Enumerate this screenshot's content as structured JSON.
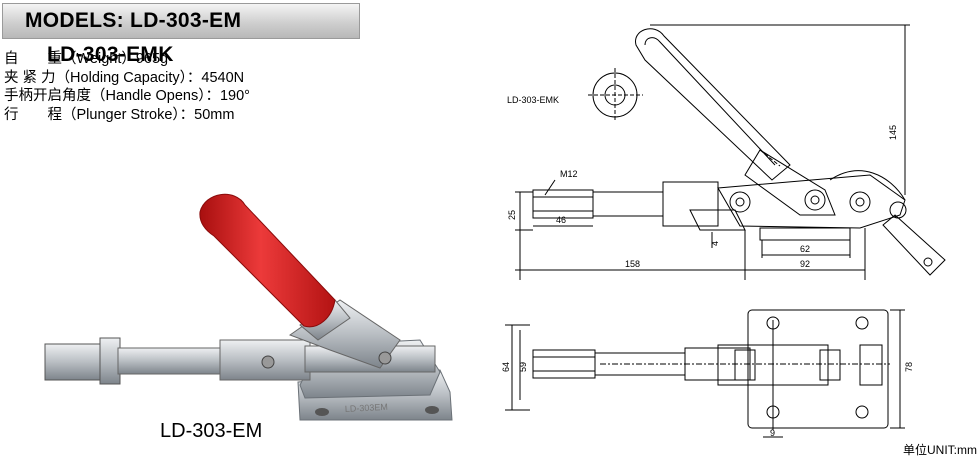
{
  "header": {
    "model_label": "MODELS: LD-303-EM",
    "model_label_2": "LD-303-EMK"
  },
  "specs": [
    {
      "label": "自　　重",
      "text": "（Weight）965g"
    },
    {
      "label": "夹 紧 力",
      "text": "（Holding Capacity）：4540N"
    },
    {
      "label": "手柄开启角度",
      "text": "（Handle Opens）：190°"
    },
    {
      "label": "行　　程",
      "text": "（Plunger Stroke）：50mm"
    }
  ],
  "photo_caption": "LD-303-EM",
  "drawing": {
    "side_view_label": "LD-303-EMK",
    "thread_label": "M12",
    "dims": {
      "d25": "25",
      "d46": "46",
      "d4": "4",
      "d62": "62",
      "d158": "158",
      "d92": "92",
      "d145": "145",
      "d64": "64",
      "d59": "59",
      "d78": "78",
      "d9": "9"
    }
  },
  "unit_label": "单位UNIT:mm",
  "colors": {
    "handle_red": "#d81e1e",
    "metal": "#c7cbcf",
    "metal_dark": "#8a9096"
  }
}
